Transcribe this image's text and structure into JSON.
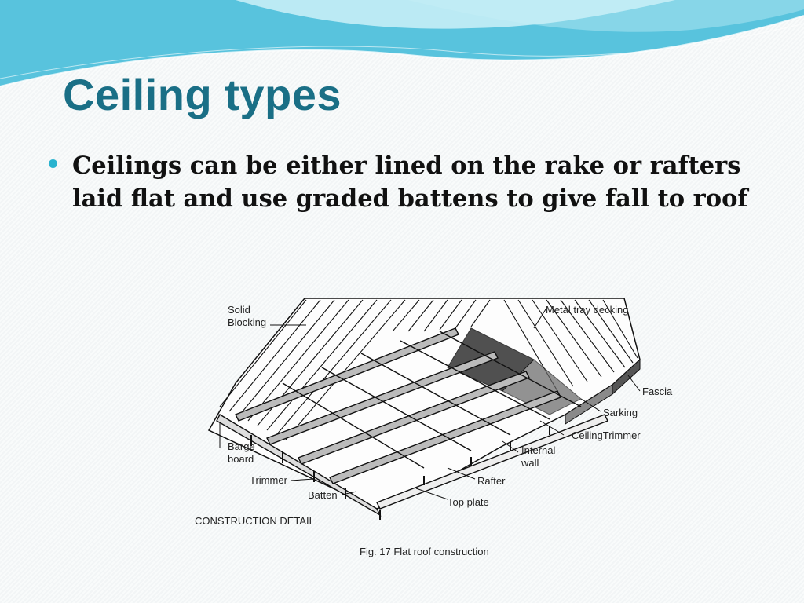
{
  "slide": {
    "title": "Ceiling types",
    "bullet": "Ceilings can be either lined on the rake or rafters laid flat and use graded battens to give fall to roof"
  },
  "figure": {
    "labels": {
      "solid_blocking": [
        "Solid",
        "Blocking"
      ],
      "metal_tray_decking": "Metal tray decking",
      "fascia": "Fascia",
      "sarking": "Sarking",
      "ceiling_trimmer": "CeilingTrimmer",
      "internal_wall": [
        "Internal",
        "wall"
      ],
      "rafter": "Rafter",
      "top_plate": "Top plate",
      "barge_board": [
        "Barge",
        "board"
      ],
      "trimmer": "Trimmer",
      "batten": "Batten",
      "construction_detail": "CONSTRUCTION DETAIL",
      "caption": "Fig. 17  Flat roof construction"
    }
  },
  "colors": {
    "title": "#1a6f86",
    "bullet": "#29b3cf",
    "wave_dark": "#3bb6d6",
    "wave_light": "#a9e4ef"
  }
}
